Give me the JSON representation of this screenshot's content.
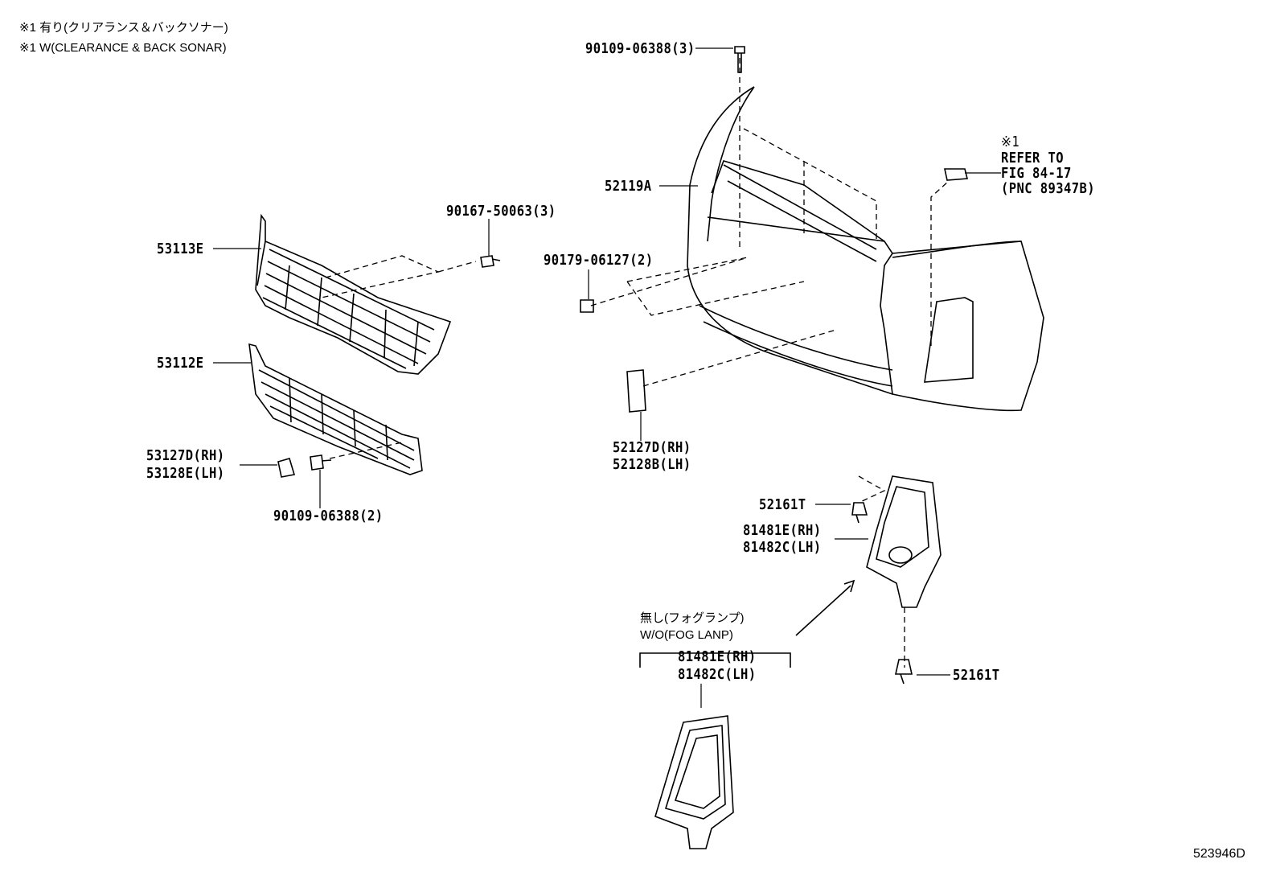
{
  "notes": {
    "line_jp": "※1 有り(クリアランス＆バックソナー)",
    "line_en": "※1 W(CLEARANCE & BACK SONAR)"
  },
  "callouts": {
    "bolt_top": "90109-06388(3)",
    "bumper_cover": "52119A",
    "clip_grille": "90167-50063(3)",
    "upper_grille": "53113E",
    "nut": "90179-06127(2)",
    "lower_grille": "53112E",
    "cap_rh": "52127D(RH)",
    "cap_lh": "52128B(LH)",
    "clip_rh": "53127D(RH)",
    "clip_lh": "53128E(LH)",
    "bolt_lower": "90109-06388(2)",
    "clip_upper_fog": "52161T",
    "fog_cover_rh": "81481E(RH)",
    "fog_cover_lh": "81482C(LH)",
    "wo_fog_jp": "無し(フォグランプ)",
    "wo_fog_en": "W/O(FOG LANP)",
    "wo_fog_cover_rh": "81481E(RH)",
    "wo_fog_cover_lh": "81482C(LH)",
    "clip_lower_fog": "52161T",
    "ref_mark": "※1",
    "ref_line1": "REFER TO",
    "ref_line2": "FIG 84-17",
    "ref_line3": "(PNC 89347B)",
    "figure_id": "523946D"
  }
}
